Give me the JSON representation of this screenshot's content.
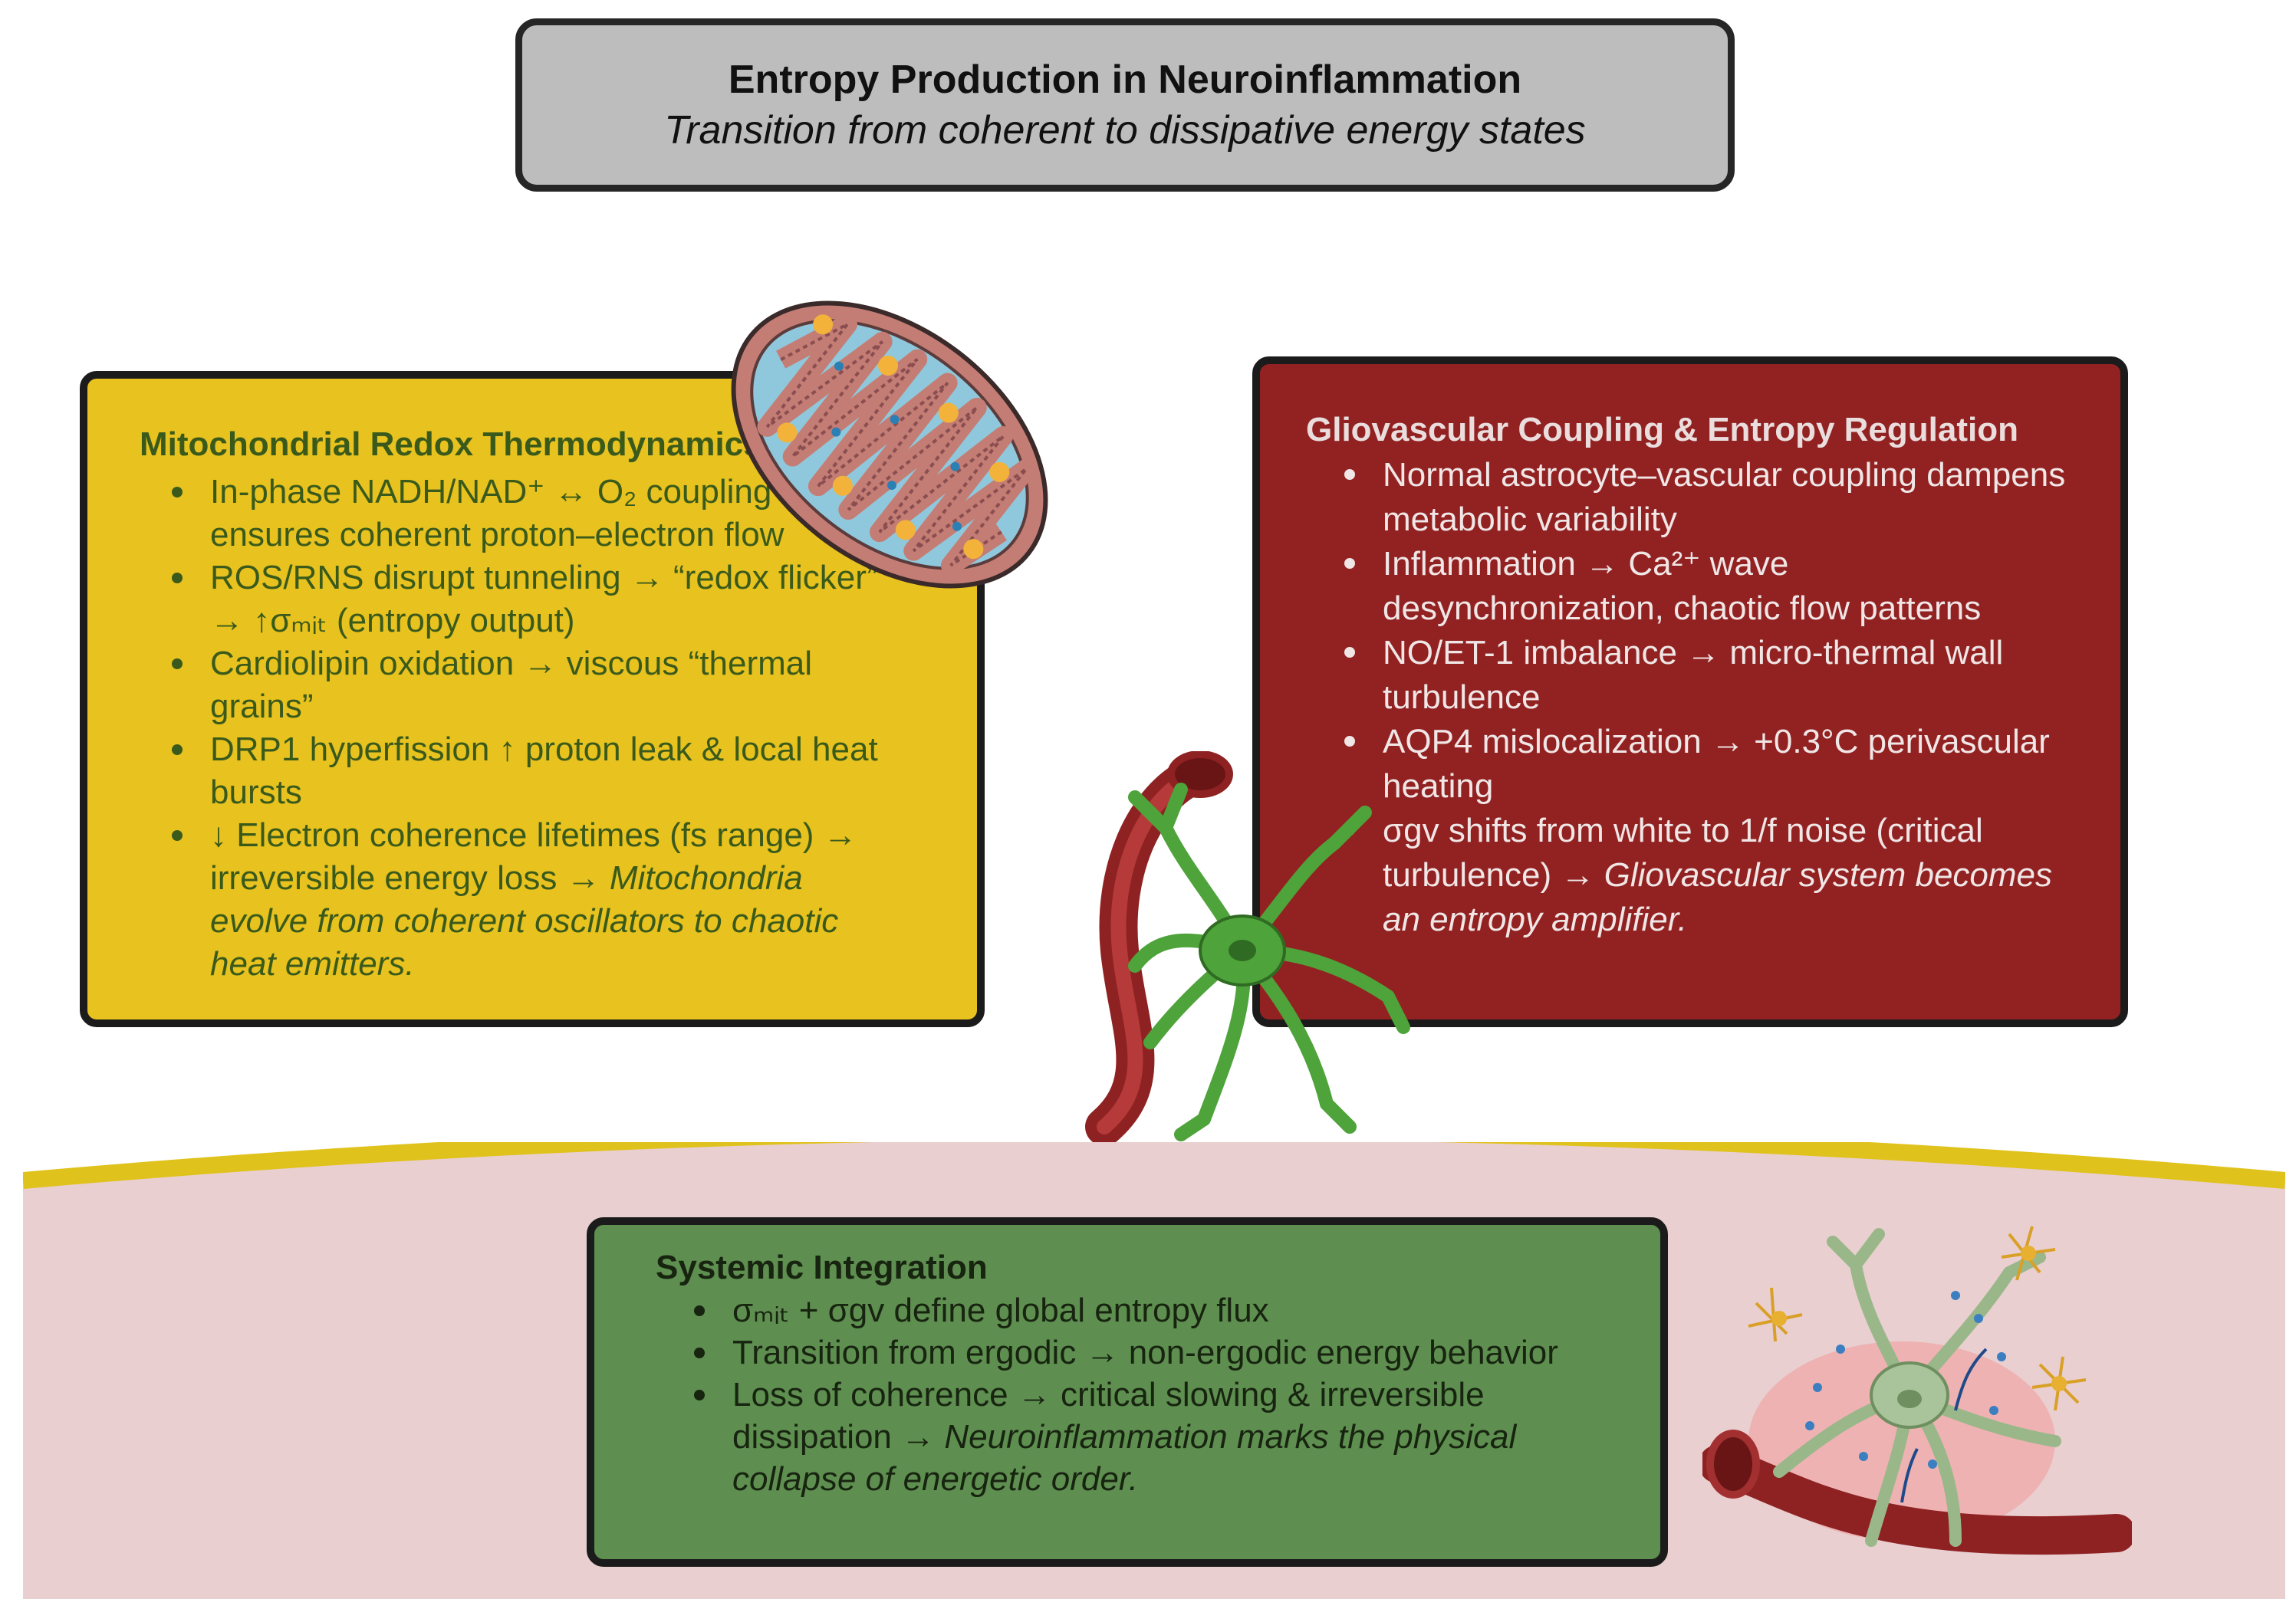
{
  "title": {
    "main": "Entropy Production in Neuroinflammation",
    "subtitle": "Transition from coherent to dissipative energy states"
  },
  "mitochondrial": {
    "title": "Mitochondrial Redox Thermodynamics",
    "bullets": [
      {
        "text": "In-phase NADH/NAD⁺ ↔ O₂ coupling ensures coherent proton–electron flow"
      },
      {
        "text": "ROS/RNS disrupt tunneling → “redox flicker” → ↑σₘᵢₜ (entropy output)"
      },
      {
        "text": "Cardiolipin oxidation → viscous “thermal grains”"
      },
      {
        "text": "DRP1 hyperfission ↑ proton leak & local heat bursts"
      },
      {
        "text": "↓ Electron coherence lifetimes (fs range) → irreversible energy loss →",
        "emphasis": "Mitochondria evolve from coherent oscillators to chaotic heat emitters."
      }
    ]
  },
  "gliovascular": {
    "title": "Gliovascular Coupling & Entropy Regulation",
    "bullets": [
      {
        "text": "Normal astrocyte–vascular coupling dampens metabolic variability"
      },
      {
        "text": "Inflammation → Ca²⁺ wave desynchronization, chaotic flow patterns"
      },
      {
        "text": "NO/ET-1 imbalance → micro-thermal wall turbulence"
      },
      {
        "text": "AQP4 mislocalization → +0.3°C perivascular heating"
      },
      {
        "text": "σgv shifts from white to 1/f noise (critical turbulence) →",
        "emphasis": "Gliovascular system becomes an entropy amplifier."
      }
    ]
  },
  "systemic": {
    "title": "Systemic Integration",
    "bullets": [
      {
        "text": "σₘᵢₜ + σgv define global entropy flux"
      },
      {
        "text": "Transition from ergodic → non-ergodic energy behavior"
      },
      {
        "text": "Loss of coherence → critical slowing & irreversible dissipation →",
        "emphasis": "Neuroinflammation marks the physical collapse of energetic order."
      }
    ]
  },
  "colors": {
    "mito_panel": "#e8c21e",
    "glio_panel": "#922222",
    "systemic_panel": "#5e8e50",
    "title_box": "#bdbdbd",
    "bottom_field": "#e9cfd0",
    "bottom_border": "#e0c21c"
  },
  "icons": [
    "mitochondrion-icon",
    "astrocyte-blood-vessel-icon",
    "inflamed-astrocyte-icon"
  ]
}
